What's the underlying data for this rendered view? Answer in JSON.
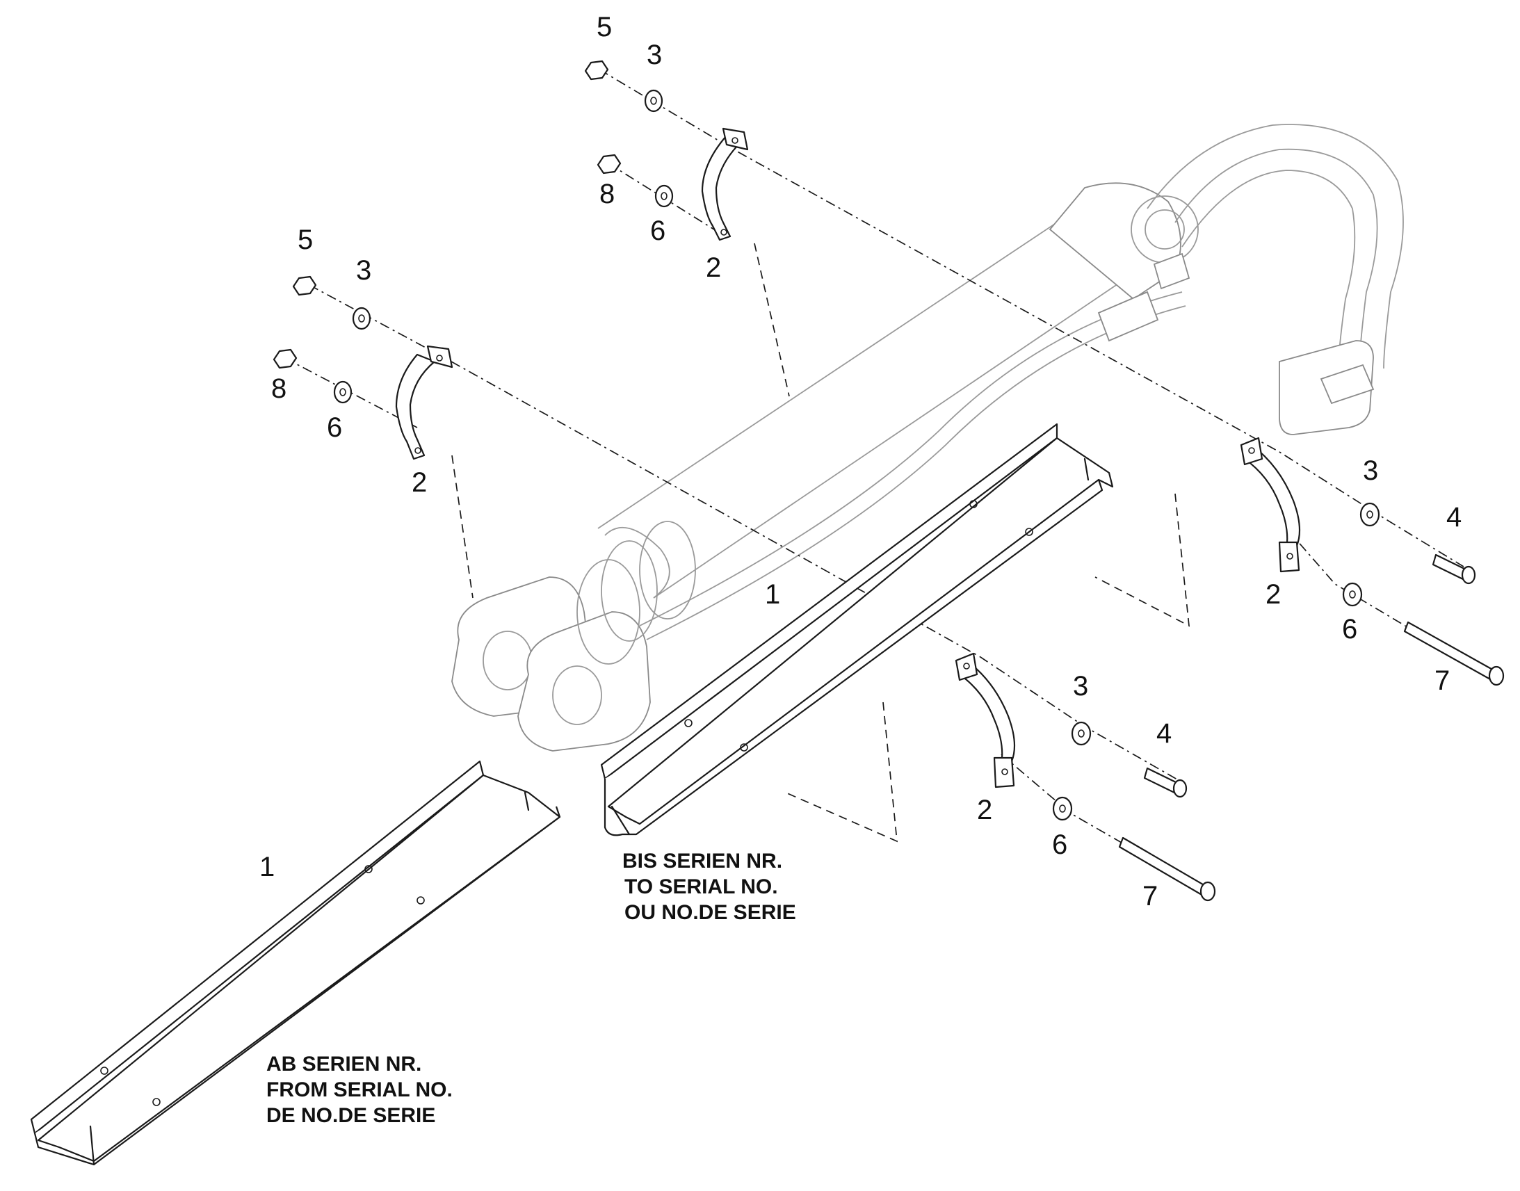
{
  "callouts": [
    {
      "id": "c-5a",
      "text": "5"
    },
    {
      "id": "c-3a",
      "text": "3"
    },
    {
      "id": "c-8a",
      "text": "8"
    },
    {
      "id": "c-6a",
      "text": "6"
    },
    {
      "id": "c-2a",
      "text": "2"
    },
    {
      "id": "c-5b",
      "text": "5"
    },
    {
      "id": "c-3b",
      "text": "3"
    },
    {
      "id": "c-8b",
      "text": "8"
    },
    {
      "id": "c-6b",
      "text": "6"
    },
    {
      "id": "c-2b",
      "text": "2"
    },
    {
      "id": "c-1a",
      "text": "1"
    },
    {
      "id": "c-3c",
      "text": "3"
    },
    {
      "id": "c-4a",
      "text": "4"
    },
    {
      "id": "c-2c",
      "text": "2"
    },
    {
      "id": "c-6c",
      "text": "6"
    },
    {
      "id": "c-7a",
      "text": "7"
    },
    {
      "id": "c-3d",
      "text": "3"
    },
    {
      "id": "c-4b",
      "text": "4"
    },
    {
      "id": "c-2d",
      "text": "2"
    },
    {
      "id": "c-6d",
      "text": "6"
    },
    {
      "id": "c-7b",
      "text": "7"
    },
    {
      "id": "c-1b",
      "text": "1"
    }
  ],
  "notes": {
    "to_serial": [
      "BIS SERIEN NR.",
      "TO SERIAL NO.",
      "OU NO.DE SERIE"
    ],
    "from_serial": [
      "AB SERIEN NR.",
      "FROM SERIAL NO.",
      "DE NO.DE SERIE"
    ]
  },
  "colors": {
    "ink": "#1a1a1a",
    "ghost": "#9a9a9a",
    "paper": "#ffffff"
  }
}
